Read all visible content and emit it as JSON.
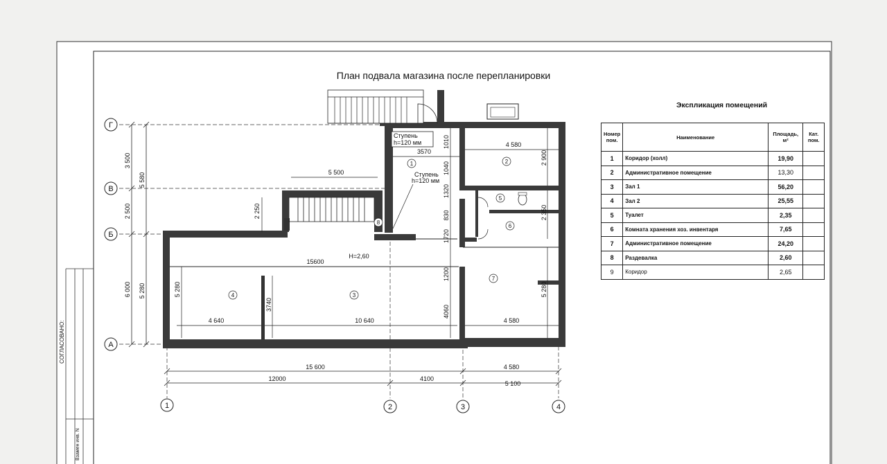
{
  "title": "План подвала магазина после перепланировки",
  "axes_letters": [
    "Г",
    "В",
    "Б",
    "А"
  ],
  "axes_numbers": [
    "1",
    "2",
    "3",
    "4"
  ],
  "step_labels": [
    {
      "line1": "Ступень",
      "line2": "h=120 мм"
    },
    {
      "line1": "Ступень",
      "line2": "h=120 мм"
    }
  ],
  "ceiling_height": "H=2,60",
  "room_markers": [
    "1",
    "2",
    "3",
    "4",
    "5",
    "6",
    "7",
    "8"
  ],
  "dimensions": {
    "left_outer_top": "3 500",
    "left_outer_mid": "2 500",
    "left_outer_bottom": "6 000",
    "left_inner_top": "5 580",
    "left_inner_bottom": "5 280",
    "stair_height": "2 250",
    "corridor_width": "3570",
    "room2_width": "4 580",
    "room2_height": "2 900",
    "stair_run": "5 500",
    "toilets_height": "2 350",
    "hall_length": "15600",
    "hall_height_left": "5 280",
    "hall_height_right": "5 280",
    "partition_len": "3740",
    "room4_width": "4 640",
    "room3_width": "10 640",
    "room7_width": "4 580",
    "v_1010": "1010",
    "v_1040": "1040",
    "v_1320": "1320",
    "v_830": "830",
    "v_1720": "1720",
    "v_1200": "1200",
    "v_4060": "4060",
    "bottom_15600": "15 600",
    "bottom_4580": "4 580",
    "bottom_12000": "12000",
    "bottom_4100": "4100",
    "bottom_5100": "5 100"
  },
  "stamp": {
    "agreed": "СОГЛАСОВАНО:",
    "inv": "Взамен инв. N"
  },
  "explication": {
    "title": "Экспликация помещений",
    "headers": {
      "num": "Номер пом.",
      "name": "Наименование",
      "area": "Площадь, м²",
      "cat": "Кат. пом."
    },
    "rows": [
      {
        "num": "1",
        "name": "Коридор (холл)",
        "area": "19,90",
        "cat": ""
      },
      {
        "num": "2",
        "name": "Административное помещение",
        "area": "13,30",
        "cat": ""
      },
      {
        "num": "3",
        "name": "Зал 1",
        "area": "56,20",
        "cat": ""
      },
      {
        "num": "4",
        "name": "Зал 2",
        "area": "25,55",
        "cat": ""
      },
      {
        "num": "5",
        "name": "Туалет",
        "area": "2,35",
        "cat": ""
      },
      {
        "num": "6",
        "name": "Комната хранения хоз. инвентаря",
        "area": "7,65",
        "cat": ""
      },
      {
        "num": "7",
        "name": "Административное помещение",
        "area": "24,20",
        "cat": ""
      },
      {
        "num": "8",
        "name": "Раздевалка",
        "area": "2,60",
        "cat": ""
      },
      {
        "num": "9",
        "name": "Коридор",
        "area": "2,65",
        "cat": ""
      }
    ]
  }
}
